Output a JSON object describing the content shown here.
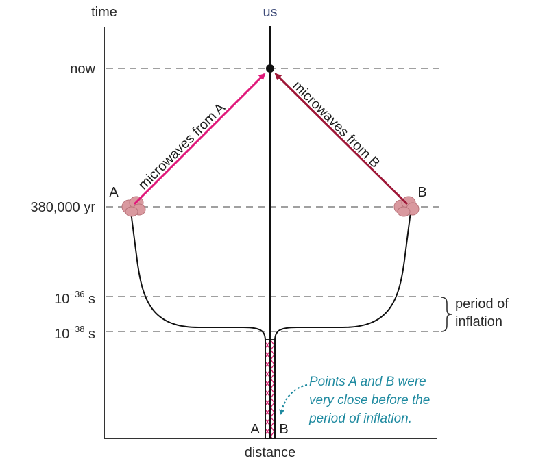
{
  "axes": {
    "y_label": "time",
    "x_label": "distance",
    "observer_label": "us"
  },
  "time_marks": {
    "now": "now",
    "recombination": "380,000 yr",
    "inflation_end": {
      "base": "10",
      "exp": "−36",
      "unit": " s"
    },
    "inflation_start": {
      "base": "10",
      "exp": "−38",
      "unit": " s"
    }
  },
  "inflation_bracket": {
    "line1": "period of",
    "line2": "inflation"
  },
  "arrows": {
    "from_a": "microwaves from A",
    "from_b": "microwaves from B"
  },
  "points": {
    "a_top": "A",
    "b_top": "B",
    "a_bottom": "A",
    "b_bottom": "B"
  },
  "note": {
    "line1": "Points A and B were",
    "line2": "very close before the",
    "line3": "period of inflation."
  },
  "colors": {
    "arrow_a": "#e0187a",
    "arrow_b": "#9e1737",
    "cloud": "#d9999f",
    "note": "#1f8aa0",
    "dashed": "#999999",
    "us_label": "#3d4a78"
  }
}
